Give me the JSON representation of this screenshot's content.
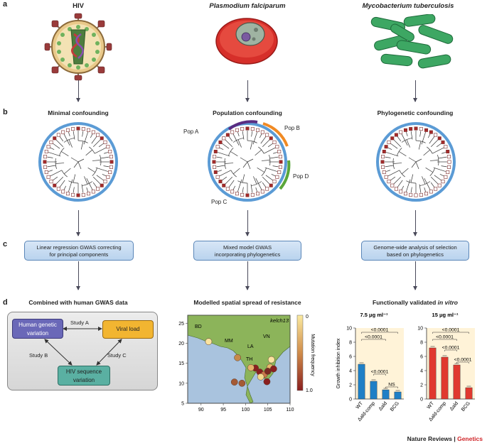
{
  "panels": {
    "a": "a",
    "b": "b",
    "c": "c",
    "d": "d"
  },
  "organisms": {
    "hiv": "HIV",
    "pf": "Plasmodium falciparum",
    "mtb": "Mycobacterium tuberculosis"
  },
  "confounding": {
    "minimal": "Minimal confounding",
    "population": "Population confounding",
    "phylogenetic": "Phylogenetic confounding",
    "pops": [
      "Pop A",
      "Pop B",
      "Pop C",
      "Pop D"
    ]
  },
  "methods": {
    "linreg_l1": "Linear regression GWAS correcting",
    "linreg_l2": "for principal components",
    "mixed_l1": "Mixed model GWAS",
    "mixed_l2": "incorporating phylogenetics",
    "genome_l1": "Genome-wide analysis of selection",
    "genome_l2": "based on phylogenetics"
  },
  "results": {
    "combined": "Combined with human GWAS data",
    "modelled": "Modelled spatial spread of resistance",
    "validated_prefix": "Functionally validated ",
    "validated_em": "in vitro"
  },
  "gwas_diagram": {
    "human": "Human genetic variation",
    "viral": "Viral load",
    "hivseq": "HIV sequence variation",
    "studyA": "Study A",
    "studyB": "Study B",
    "studyC": "Study C"
  },
  "map": {
    "gene": "kelch13",
    "countries": [
      "BD",
      "MM",
      "LA",
      "VN",
      "TH"
    ],
    "legend_title": "Mutation frequency",
    "legend_top": "0",
    "legend_bottom": "1.0",
    "x_ticks": [
      "90",
      "95",
      "100",
      "105",
      "110"
    ],
    "y_ticks": [
      "25",
      "20",
      "15",
      "10",
      "5"
    ]
  },
  "chart_data": [
    {
      "type": "bar",
      "title": "7.5 μg ml⁻¹",
      "ylabel": "Growth inhibition index",
      "ylim": [
        0,
        10
      ],
      "y_ticks": [
        "0",
        "2",
        "4",
        "6",
        "8",
        "10"
      ],
      "categories": [
        "WT",
        "Δald-comp",
        "Δald",
        "BCG"
      ],
      "values": [
        4.9,
        2.5,
        1.3,
        1.0
      ],
      "color": "#1f7fc6",
      "annotations": [
        "<0.0001",
        "<0.0001",
        "<0.0001",
        "NS"
      ]
    },
    {
      "type": "bar",
      "title": "15 μg ml⁻¹",
      "ylabel": "",
      "ylim": [
        0,
        10
      ],
      "y_ticks": [
        "0",
        "2",
        "4",
        "6",
        "8",
        "10"
      ],
      "categories": [
        "WT",
        "Δald-comp",
        "Δald",
        "BCG"
      ],
      "values": [
        7.2,
        5.9,
        4.8,
        1.6
      ],
      "color": "#e0392f",
      "annotations": [
        "<0.0001",
        "<0.0001",
        "<0.0001",
        "<0.0001"
      ]
    }
  ],
  "footer": {
    "journal": "Nature Reviews",
    "separator": " | ",
    "section": "Genetics"
  }
}
